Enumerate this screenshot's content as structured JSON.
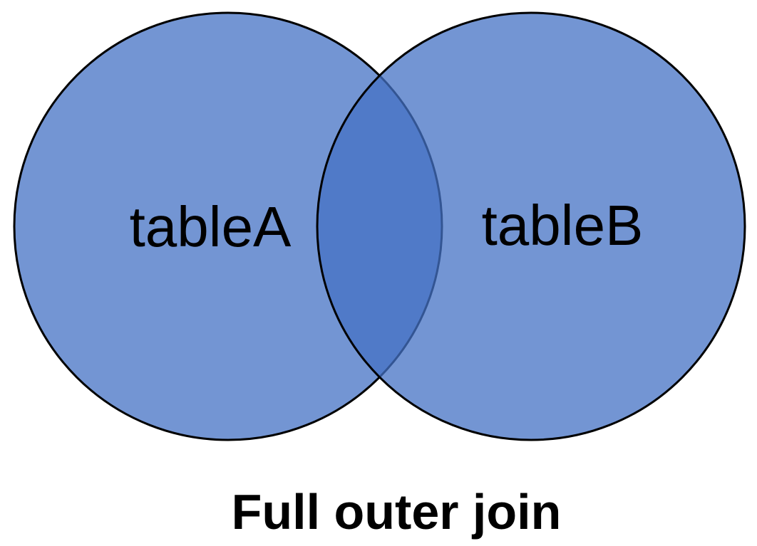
{
  "diagram": {
    "type": "venn",
    "title": "Full outer join",
    "sets": [
      {
        "label": "tableA"
      },
      {
        "label": "tableB"
      }
    ],
    "overlap": {
      "description": "intersection of tableA and tableB is shaded darker"
    },
    "colors": {
      "circle_fill": "#4472C4",
      "circle_fill_opacity": "0.75",
      "circle_apparent_fill": "#7395D3",
      "overlap_apparent_fill": "#507BC8",
      "circle_stroke": "#000000",
      "text_color": "#000000",
      "background": "#FFFFFF"
    }
  }
}
